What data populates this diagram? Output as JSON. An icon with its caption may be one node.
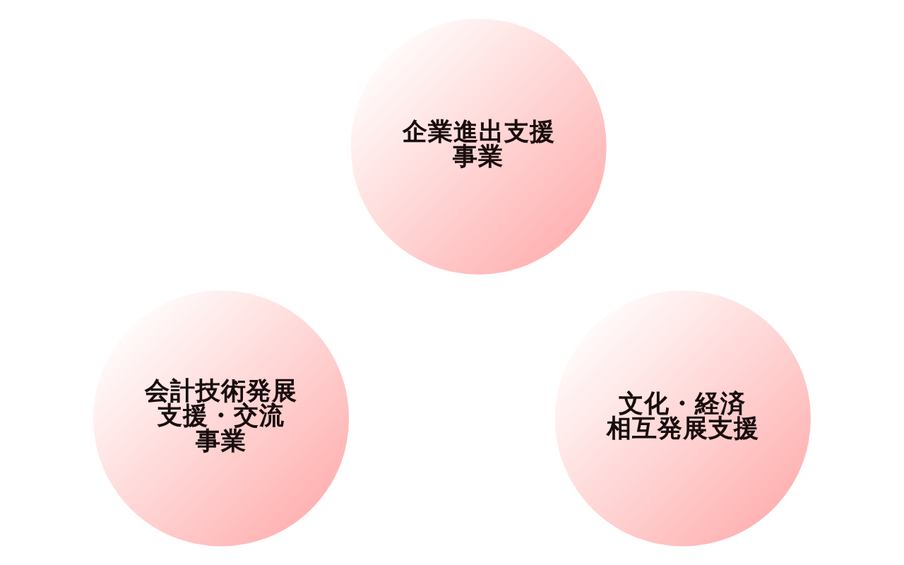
{
  "diagram": {
    "nodes": [
      {
        "text": [
          "企業進出支援事業"
        ]
      },
      {
        "text": [
          "会計技術発展支援・交流事業"
        ]
      },
      {
        "text": [
          "文化・経済相互発展支援"
        ]
      }
    ]
  }
}
